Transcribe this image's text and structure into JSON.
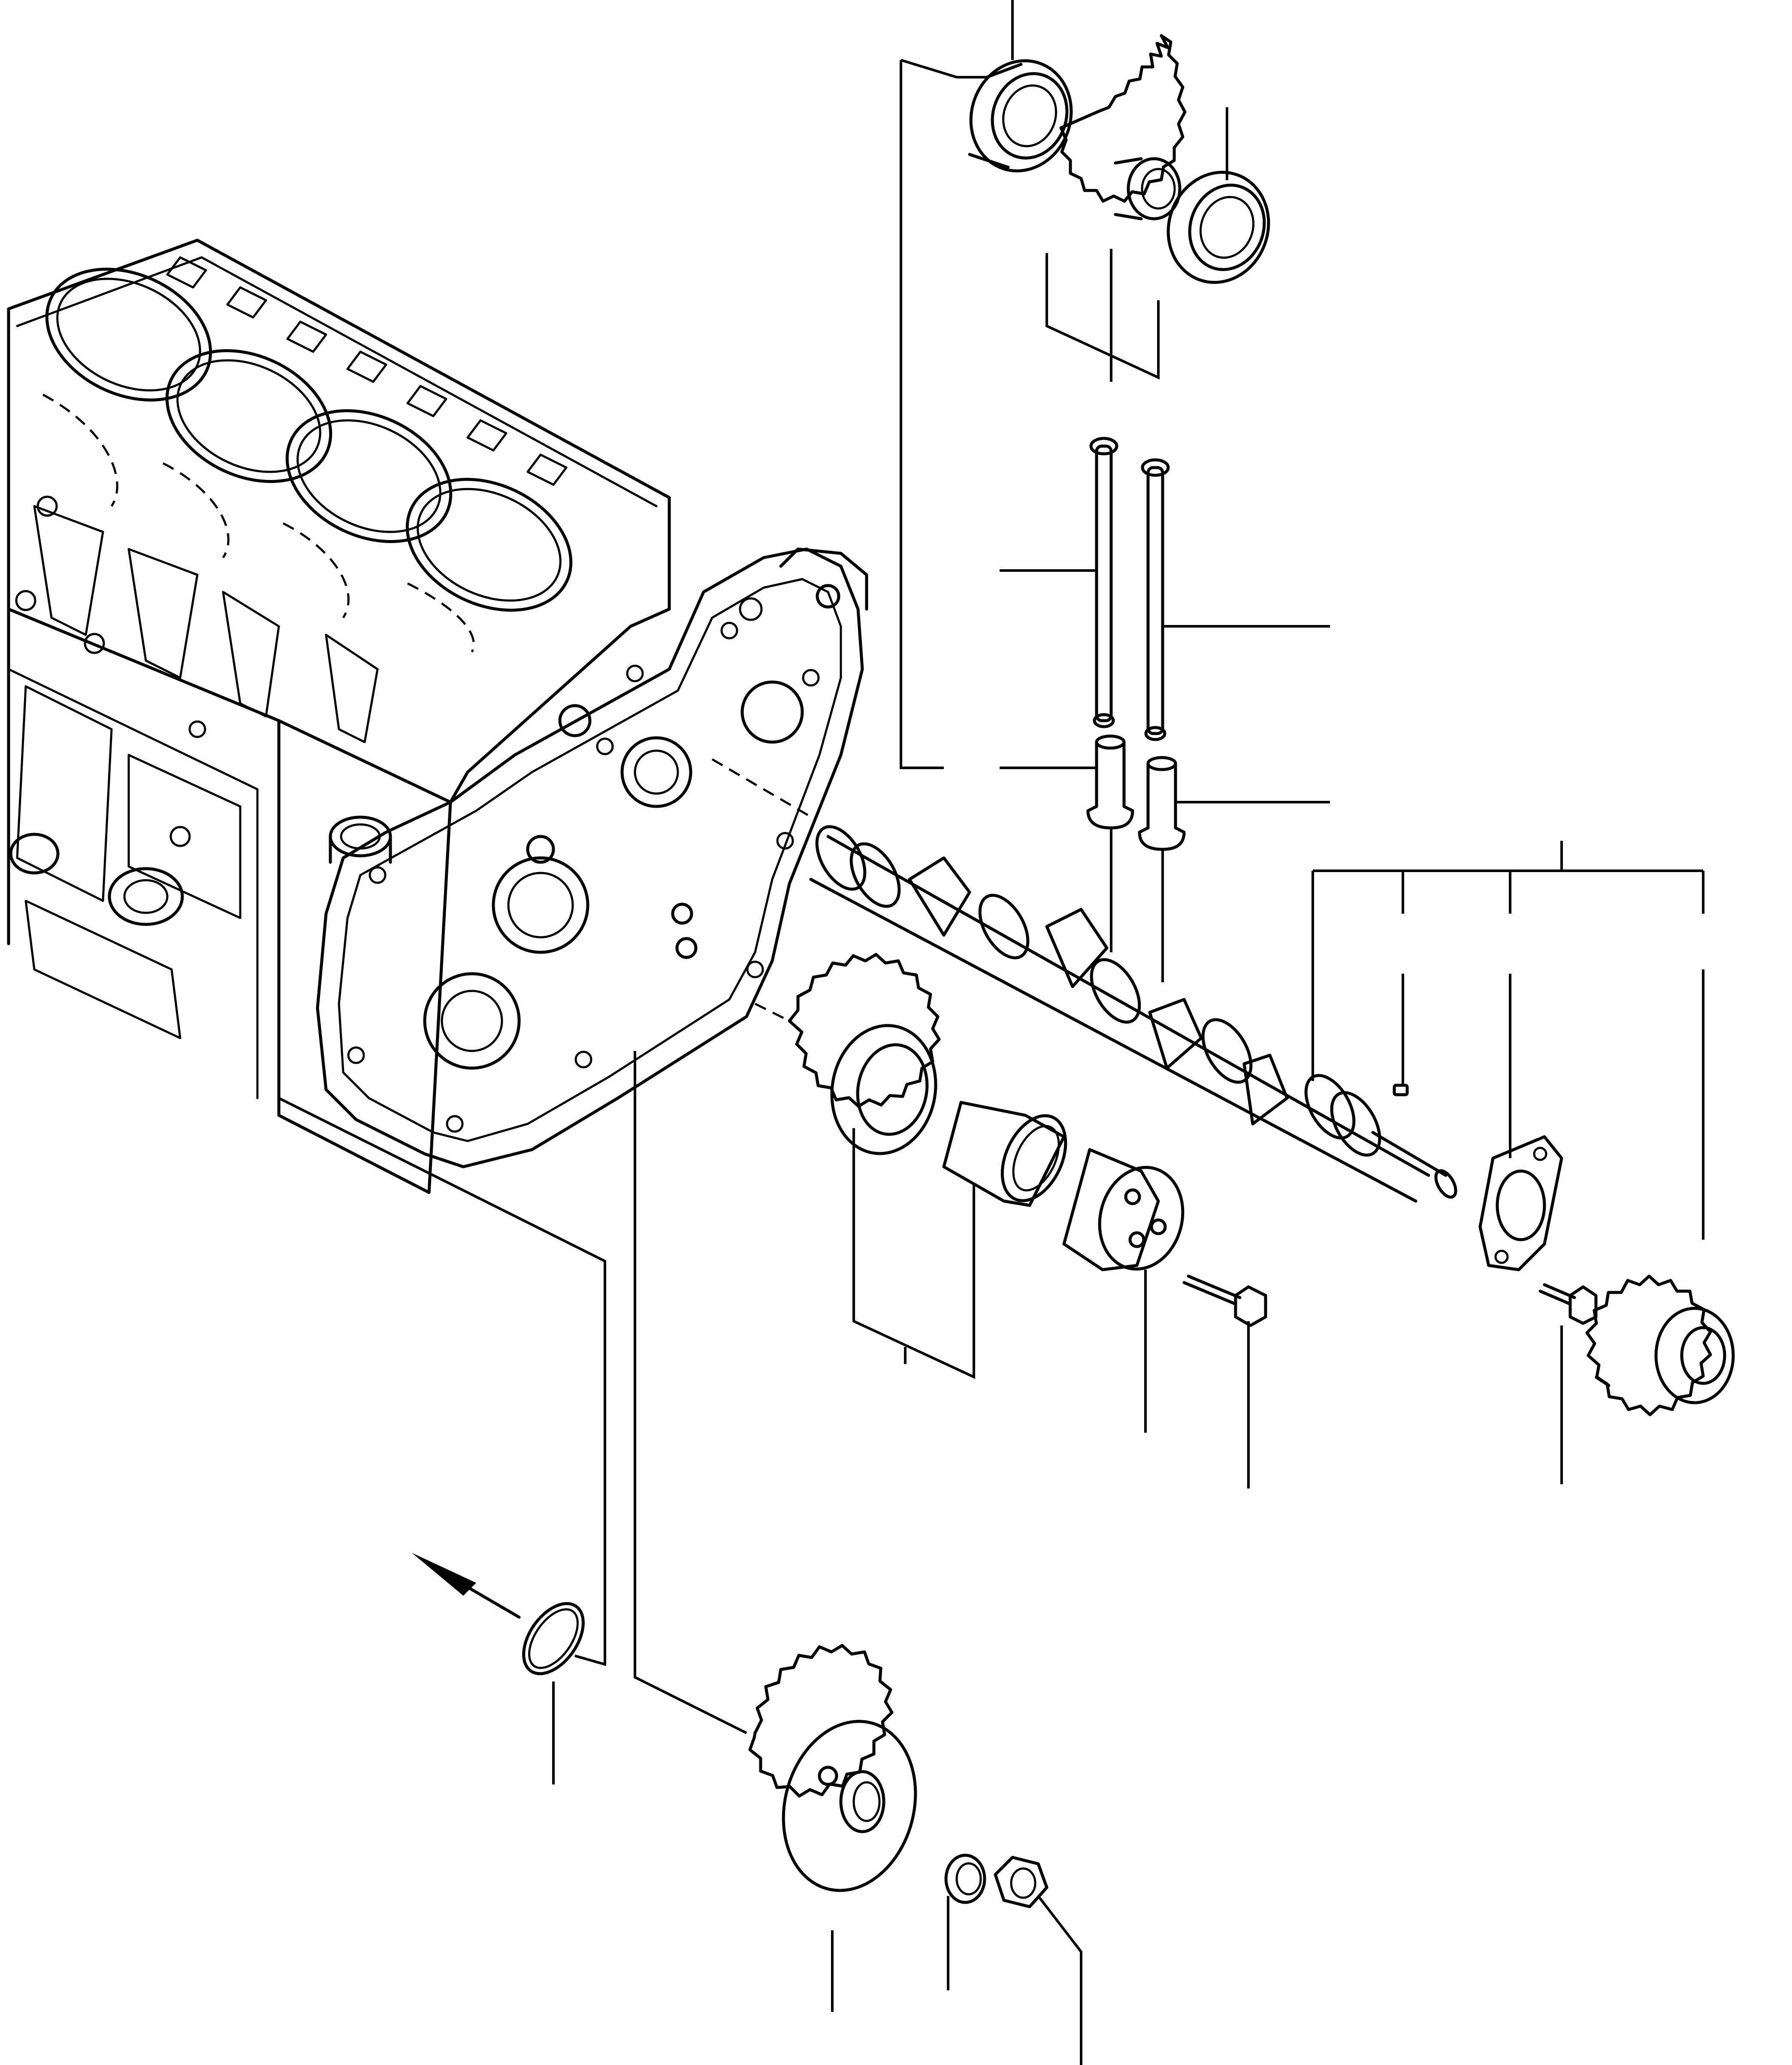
{
  "diagram": {
    "type": "exploded-parts-view",
    "labels": [],
    "leader_color": "#000000",
    "background": "#ffffff",
    "parts": [
      {
        "name": "cylinder-block",
        "icon": "engine-block-icon"
      },
      {
        "name": "timing-gear-case",
        "icon": "gear-case-icon"
      },
      {
        "name": "idler-bearing-upper",
        "icon": "bearing-icon"
      },
      {
        "name": "idler-gear-upper",
        "icon": "helical-gear-icon"
      },
      {
        "name": "idler-bearing-lower",
        "icon": "bearing-icon"
      },
      {
        "name": "push-rod-left",
        "icon": "rod-icon"
      },
      {
        "name": "push-rod-right",
        "icon": "rod-icon"
      },
      {
        "name": "tappet-left",
        "icon": "tappet-icon"
      },
      {
        "name": "tappet-right",
        "icon": "tappet-icon"
      },
      {
        "name": "camshaft",
        "icon": "camshaft-icon"
      },
      {
        "name": "woodruff-key",
        "icon": "key-icon"
      },
      {
        "name": "thrust-plate",
        "icon": "plate-icon"
      },
      {
        "name": "plate-bolt",
        "icon": "bolt-icon"
      },
      {
        "name": "camshaft-gear",
        "icon": "helical-gear-icon"
      },
      {
        "name": "idler-gear-main",
        "icon": "helical-gear-icon"
      },
      {
        "name": "idler-bushing",
        "icon": "bushing-icon"
      },
      {
        "name": "idler-shaft",
        "icon": "shaft-icon"
      },
      {
        "name": "idler-shaft-bolt",
        "icon": "bolt-icon"
      },
      {
        "name": "o-ring",
        "icon": "o-ring-icon"
      },
      {
        "name": "view-arrow",
        "icon": "arrow-icon"
      },
      {
        "name": "fuel-pump-gear",
        "icon": "helical-gear-icon"
      },
      {
        "name": "lock-washer",
        "icon": "washer-icon"
      },
      {
        "name": "nut",
        "icon": "nut-icon"
      }
    ]
  }
}
